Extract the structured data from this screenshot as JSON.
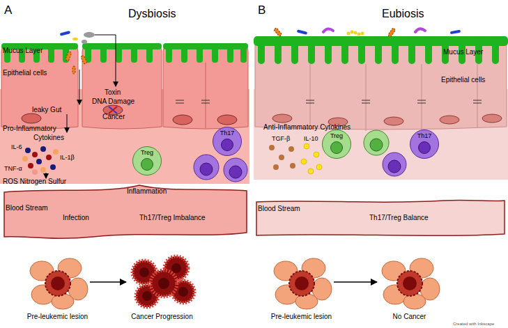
{
  "diagram": {
    "nodes": [
      {
        "text": [
          "Treg"
        ]
      },
      {
        "text": [
          "Th17"
        ]
      },
      {
        "text": [
          "Treg"
        ]
      },
      {
        "text": [
          "Th17"
        ]
      },
      {
        "text": [
          "Blood Stream",
          "Infection",
          "Th17/Treg Imbalance"
        ]
      },
      {
        "text": [
          "Blood Stream",
          "Th17/Treg Balance"
        ]
      },
      {
        "text": [
          "Pre-leukemic lesion"
        ]
      },
      {
        "text": [
          "Cancer Progression"
        ]
      },
      {
        "text": [
          "Pre-leukemic lesion"
        ]
      },
      {
        "text": [
          "No Cancer"
        ]
      }
    ],
    "edges": [
      {
        "from": 6,
        "to": 7,
        "arrow": "to"
      },
      {
        "from": 8,
        "to": 9,
        "arrow": "to"
      }
    ],
    "labels": [
      "A",
      "Dysbiosis",
      "B",
      "Eubiosis",
      "Mucus Layer",
      "Epithelial cells",
      "Toxin",
      "DNA Damage",
      "Cancer",
      "leaky Gut",
      "Pro-Inflammatory",
      "Cytokines",
      "IL-6",
      "IL-1β",
      "TNF-α",
      "ROS Nitrogen Sulfur",
      "Inflammation",
      "Mucus Layer",
      "Epithelial cells",
      "Anti-Inflammatory Cytokines",
      "TGF-β",
      "IL-10",
      "Created with Inkscape"
    ]
  }
}
